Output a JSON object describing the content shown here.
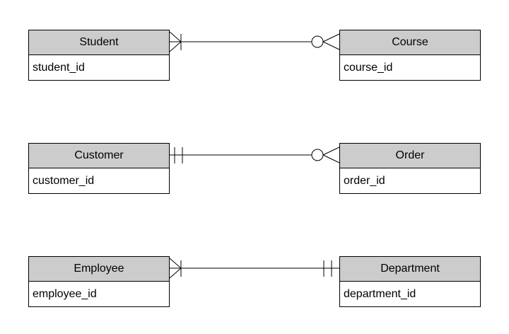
{
  "diagram": {
    "type": "entity-relationship-diagram",
    "notation": "crows-foot",
    "colors": {
      "header_fill": "#cccccc",
      "body_fill": "#ffffff",
      "border": "#000000",
      "text": "#000000",
      "background": "#ffffff"
    },
    "entities": [
      {
        "name": "Student",
        "attributes": [
          "student_id"
        ]
      },
      {
        "name": "Course",
        "attributes": [
          "course_id"
        ]
      },
      {
        "name": "Customer",
        "attributes": [
          "customer_id"
        ]
      },
      {
        "name": "Order",
        "attributes": [
          "order_id"
        ]
      },
      {
        "name": "Employee",
        "attributes": [
          "employee_id"
        ]
      },
      {
        "name": "Department",
        "attributes": [
          "department_id"
        ]
      }
    ],
    "relationships": [
      {
        "from": "Student",
        "to": "Course",
        "from_cardinality": "one-or-many",
        "from_symbol": "crows-foot-with-bar",
        "to_cardinality": "zero-or-many",
        "to_symbol": "circle-with-crows-foot"
      },
      {
        "from": "Customer",
        "to": "Order",
        "from_cardinality": "exactly-one",
        "from_symbol": "double-bar",
        "to_cardinality": "zero-or-many",
        "to_symbol": "circle-with-crows-foot"
      },
      {
        "from": "Employee",
        "to": "Department",
        "from_cardinality": "one-or-many",
        "from_symbol": "crows-foot-with-bar",
        "to_cardinality": "exactly-one",
        "to_symbol": "double-bar"
      }
    ]
  }
}
